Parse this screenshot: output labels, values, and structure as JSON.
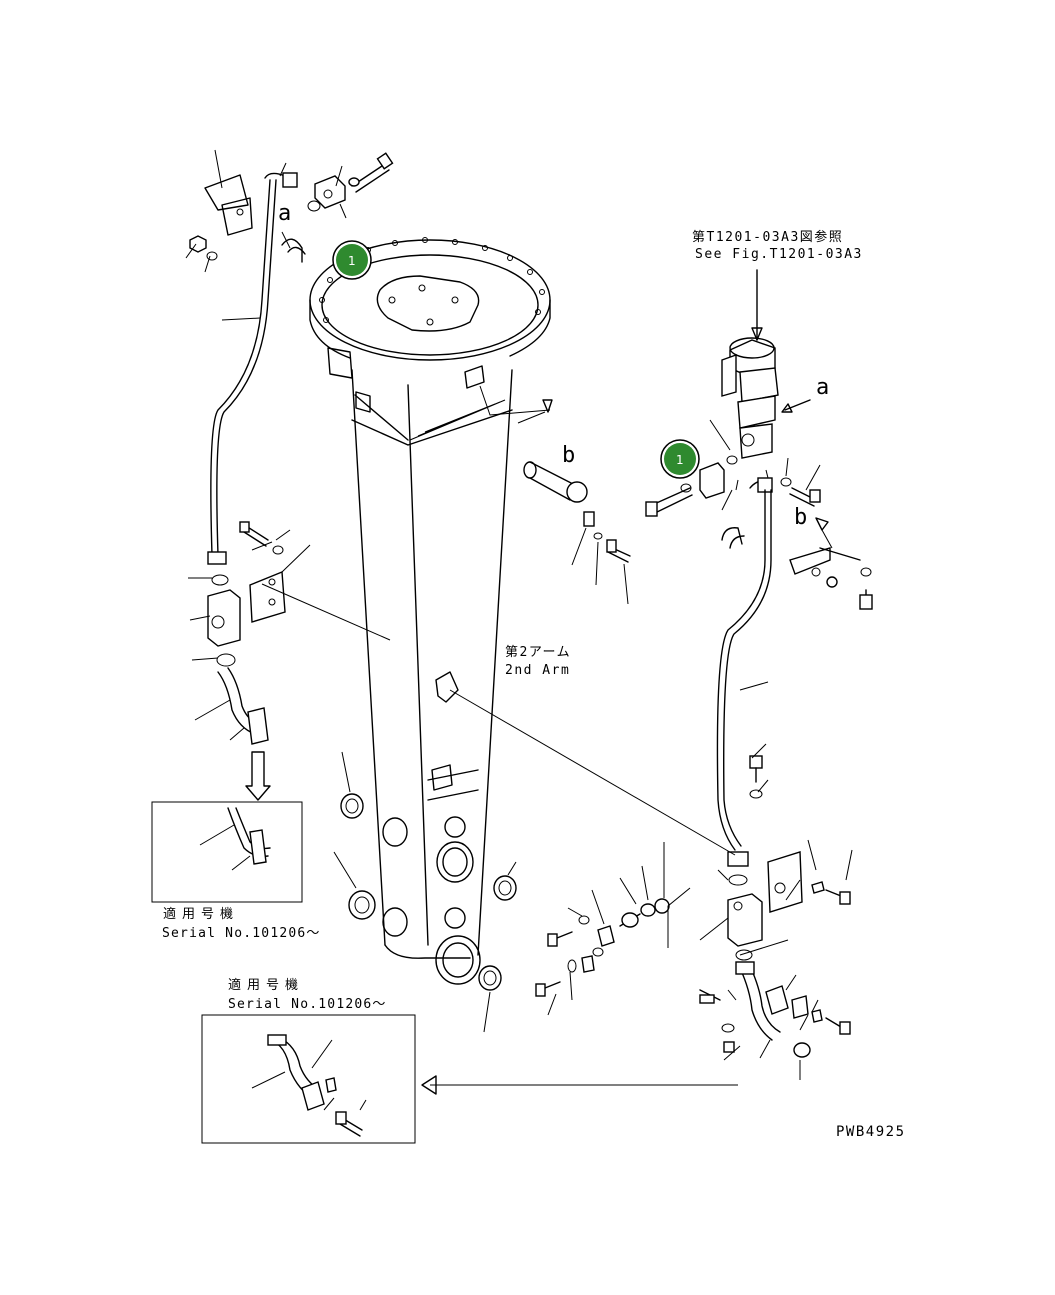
{
  "drawing_id": "PWB4925",
  "reference": {
    "jp": "第T1201-03A3図参照",
    "en": "See Fig.T1201-03A3"
  },
  "arm_label": {
    "jp": "第2アーム",
    "en": "2nd Arm"
  },
  "serial_notes": [
    {
      "jp": "適用号機",
      "en": "Serial No.101206～"
    },
    {
      "jp": "適用号機",
      "en": "Serial No.101206～"
    }
  ],
  "view_letters": {
    "a": "a",
    "b": "b"
  },
  "callouts": [
    {
      "label": "1",
      "color": "#2f8a2f"
    },
    {
      "label": "1",
      "color": "#2f8a2f"
    }
  ],
  "colors": {
    "line": "#000000",
    "background": "#ffffff",
    "callout": "#2f8a2f"
  }
}
